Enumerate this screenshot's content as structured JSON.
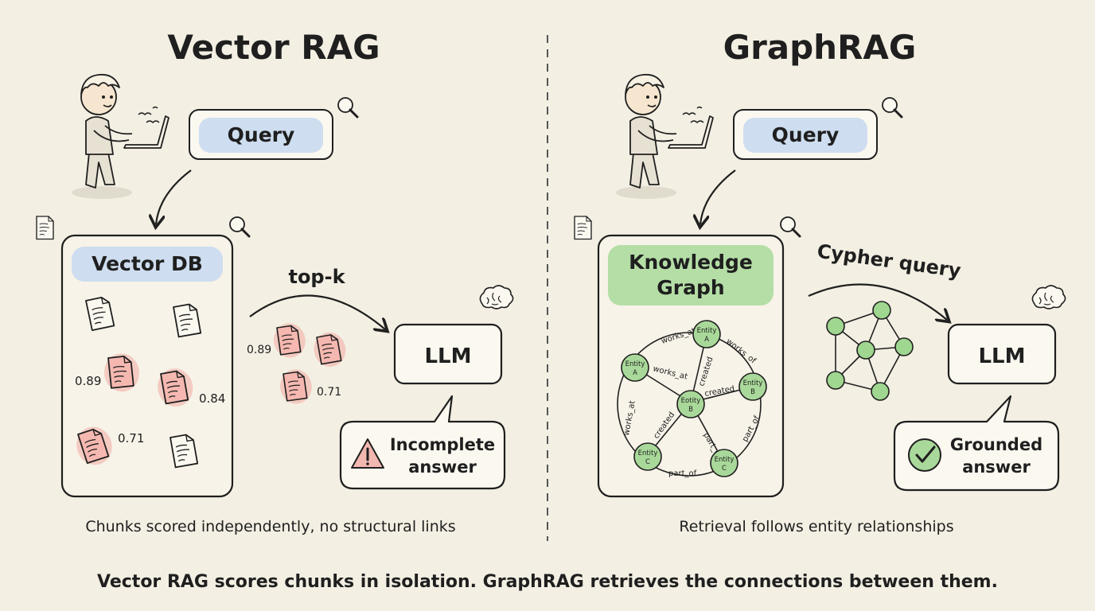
{
  "left": {
    "title": "Vector RAG",
    "query_label": "Query",
    "db_label": "Vector DB",
    "arrow_label": "top-k",
    "db_scores": [
      "0.89",
      "0.84",
      "0.71"
    ],
    "retrieved_scores": [
      "0.89",
      "0.71"
    ],
    "llm_label": "LLM",
    "answer_line1": "Incomplete",
    "answer_line2": "answer",
    "caption": "Chunks scored independently, no structural links"
  },
  "right": {
    "title": "GraphRAG",
    "query_label": "Query",
    "kg_line1": "Knowledge",
    "kg_line2": "Graph",
    "arrow_label": "Cypher query",
    "llm_label": "LLM",
    "answer_line1": "Grounded",
    "answer_line2": "answer",
    "caption": "Retrieval follows entity relationships",
    "graph": {
      "node_entity": "Entity",
      "node_a_letter": "A",
      "node_b_letter": "B",
      "node_b_center_word": "Eotity",
      "node_c_letter": "C",
      "edges": {
        "works_at_1": "works_at",
        "works_at_2": "works_at",
        "works_of": "works_of",
        "works_at_3": "works_at",
        "created_1": "created",
        "created_2": "created",
        "created_3": "created",
        "part_of_1": "part_of",
        "part_of_2": "part_of",
        "part_of_3": "part_of"
      }
    }
  },
  "footer": "Vector RAG scores chunks in isolation. GraphRAG retrieves the connections between them.",
  "colors": {
    "background": "#f3efe3",
    "query_fill": "#c9daf0",
    "graph_green": "#9fd690",
    "chunk_red": "#f2a9a3",
    "ink": "#1f1f1f"
  }
}
